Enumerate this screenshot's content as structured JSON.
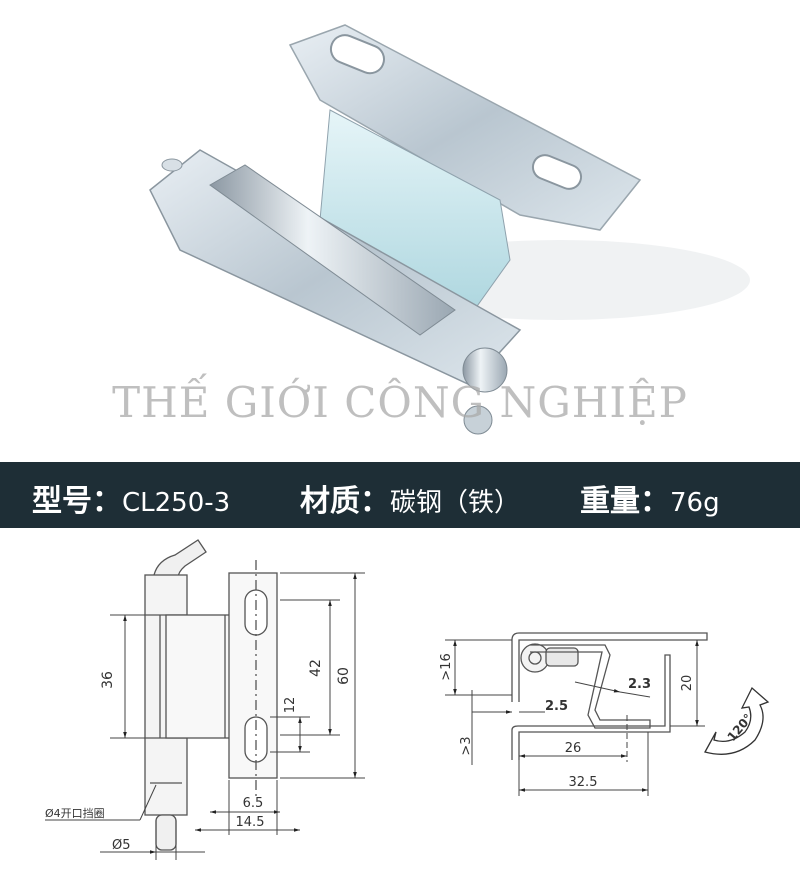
{
  "watermark": "THẾ GIỚI CÔNG NGHIỆP",
  "spec_band": {
    "model_label": "型号：",
    "model_value": "CL250-3",
    "material_label": "材质：",
    "material_value": "碳钢（铁）",
    "weight_label": "重量：",
    "weight_value": "76g",
    "background_color": "#1e2e36"
  },
  "front_view": {
    "dim_36": "36",
    "dim_42": "42",
    "dim_60": "60",
    "dim_12": "12",
    "dim_6_5": "6.5",
    "dim_14_5": "14.5",
    "dim_dia5": "Ø5",
    "callout_retaining_ring": "Ø4开口挡圈"
  },
  "side_view": {
    "dim_gt16": ">16",
    "dim_2_3": "2.3",
    "dim_2_5": "2.5",
    "dim_20": "20",
    "dim_gt3": ">3",
    "dim_26": "26",
    "dim_32_5": "32.5",
    "rotation_angle": "120°"
  }
}
